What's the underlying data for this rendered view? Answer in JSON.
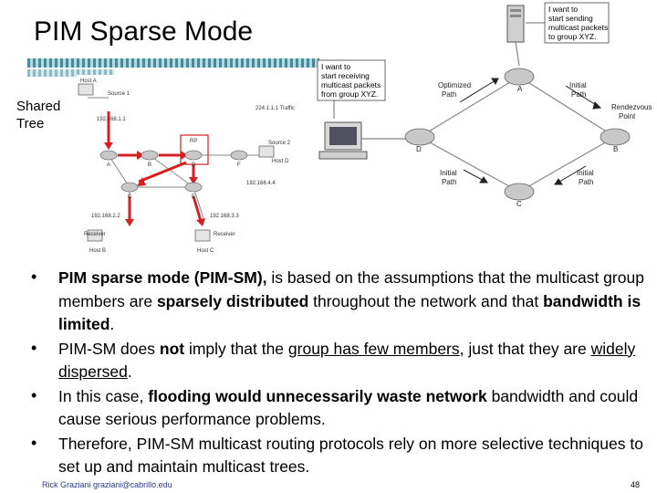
{
  "title": "PIM Sparse Mode",
  "shared_tree_label": "Shared Tree",
  "left_diagram": {
    "host_a": "Host A",
    "source_1": "Source 1",
    "source_1_ip": "192.168.1.1",
    "traffic": "224.1.1.1 Traffic",
    "rp": "RP",
    "router_a": "A",
    "router_b": "B",
    "router_c": "C",
    "router_d": "D",
    "router_e": "E",
    "router_f": "F",
    "source_2": "Source 2",
    "host_d": "Host D",
    "net_4": "192.168.4.4",
    "net_2": "192.168.2.2",
    "net_3": "192.168.3.3",
    "receiver_b": "Receiver",
    "host_b": "Host B",
    "receiver_c": "Receiver",
    "host_c": "Host C"
  },
  "right_diagram": {
    "callout_sender": [
      "I want to",
      "start sending",
      "multicast packets",
      "to group XYZ."
    ],
    "callout_receiver": [
      "I want to",
      "start receiving",
      "multicast packets",
      "from group XYZ."
    ],
    "optimized_path_top": [
      "Optimized",
      "Path"
    ],
    "initial_path_top": [
      "Initial",
      "Path"
    ],
    "rendezvous_point": [
      "Rendezvous",
      "Point"
    ],
    "initial_path_bottom_left": [
      "Initial",
      "Path"
    ],
    "initial_path_bottom_right": [
      "Initial",
      "Path"
    ],
    "router_a": "A",
    "router_b": "B",
    "router_c": "C",
    "router_d": "D"
  },
  "bullets": {
    "b1_strong": "PIM sparse mode (PIM-SM),",
    "b1_t1": " is based on the assumptions that the multicast group members are ",
    "b1_strong2": "sparsely distributed",
    "b1_t2": " throughout the network and that ",
    "b1_strong3": "bandwidth is limited",
    "b1_t3": ".",
    "b2_t1": "PIM-SM does ",
    "b2_strong": "not",
    "b2_t2": " imply that the ",
    "b2_u1": "group has few members",
    "b2_t3": ", just that they are ",
    "b2_u2": "widely dispersed",
    "b2_t4": ".",
    "b3_t1": "In this case, ",
    "b3_strong": "flooding would unnecessarily waste network",
    "b3_t2": " bandwidth and could cause serious performance problems.",
    "b4": "Therefore, PIM-SM multicast routing protocols rely on more selective techniques to set up and maintain multicast trees."
  },
  "footer": "Rick Graziani  graziani@cabrillo.edu",
  "page_number": "48",
  "colors": {
    "accent": "#4a8a98",
    "tree_red": "#d42020",
    "footer_blue": "#2b3a8f"
  }
}
